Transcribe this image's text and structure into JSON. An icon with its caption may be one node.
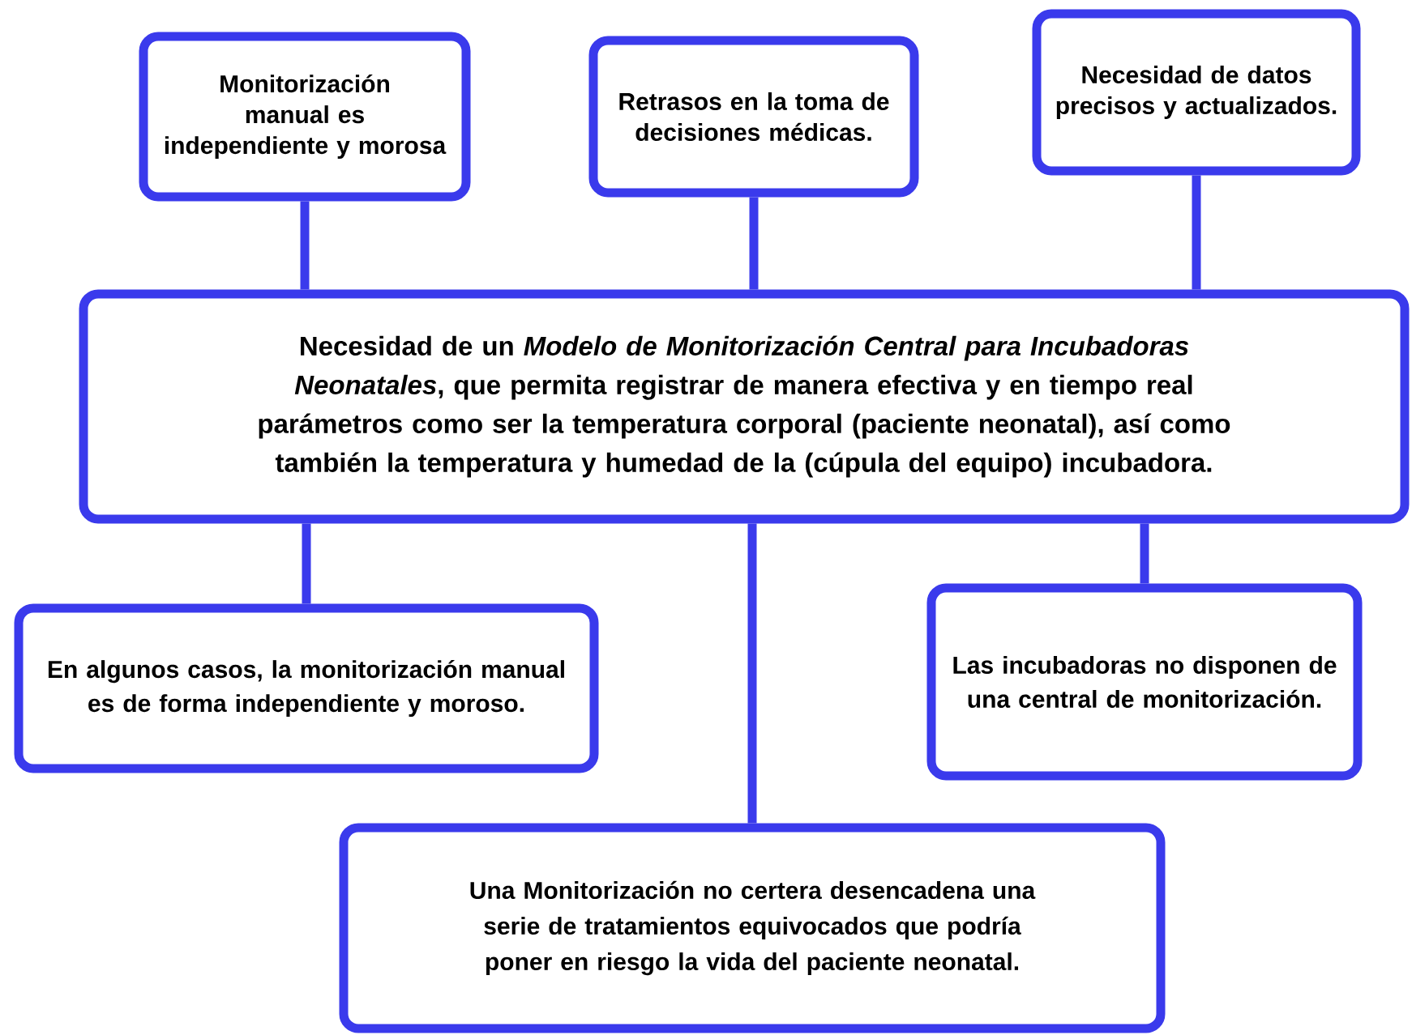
{
  "diagram": {
    "nodes": [
      {
        "text": [
          "Monitorización manual es independiente y morosa"
        ]
      },
      {
        "text": [
          "Retrasos en la toma de decisiones médicas."
        ]
      },
      {
        "text": [
          "Necesidad de datos precisos y actualizados."
        ]
      },
      {
        "text": [
          "Necesidad de un *Modelo de Monitorización Central para Incubadoras Neonatales*, que permita registrar de manera efectiva y en tiempo real parámetros como ser la temperatura corporal (paciente neonatal), así como también la temperatura y humedad de la (cúpula del equipo) incubadora."
        ]
      },
      {
        "text": [
          "En algunos casos, la monitorización manual es de forma independiente y moroso."
        ]
      },
      {
        "text": [
          "Las incubadoras no disponen de una central de monitorización."
        ]
      },
      {
        "text": [
          "Una Monitorización no certera desencadena una serie de tratamientos equivocados que podría poner en riesgo la vida del paciente neonatal."
        ]
      }
    ],
    "edges": [
      {
        "from": 0,
        "to": 3,
        "arrow": "none"
      },
      {
        "from": 1,
        "to": 3,
        "arrow": "none"
      },
      {
        "from": 2,
        "to": 3,
        "arrow": "none"
      },
      {
        "from": 3,
        "to": 4,
        "arrow": "none"
      },
      {
        "from": 3,
        "to": 5,
        "arrow": "none"
      },
      {
        "from": 3,
        "to": 6,
        "arrow": "none"
      }
    ]
  }
}
